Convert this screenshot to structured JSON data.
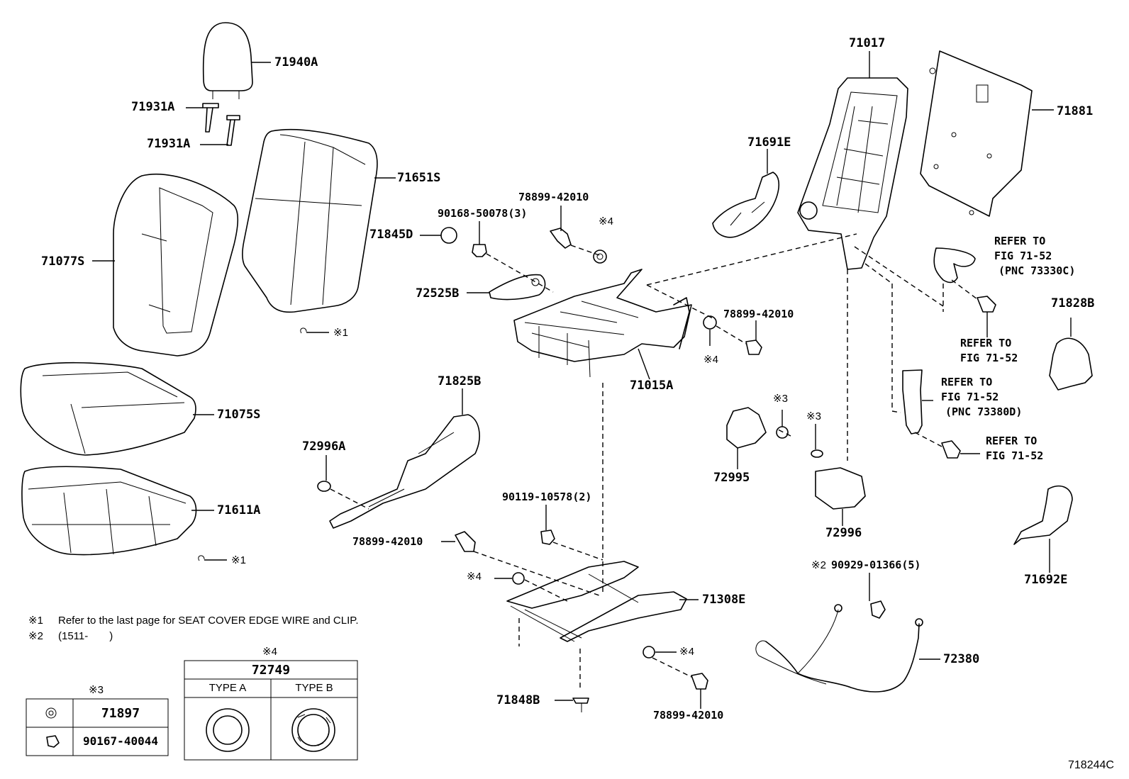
{
  "parts": {
    "p71940A": "71940A",
    "p71931A_1": "71931A",
    "p71931A_2": "71931A",
    "p71651S": "71651S",
    "p71077S": "71077S",
    "p71075S": "71075S",
    "p71611A": "71611A",
    "p71845D": "71845D",
    "p90168": "90168-50078(3)",
    "p78899_a": "78899-42010",
    "p72525B": "72525B",
    "p71825B": "71825B",
    "p72996A": "72996A",
    "p90119": "90119-10578(2)",
    "p78899_b": "78899-42010",
    "p71308E": "71308E",
    "p71848B": "71848B",
    "p78899_c": "78899-42010",
    "p71015A": "71015A",
    "p78899_d": "78899-42010",
    "p71691E": "71691E",
    "p71017": "71017",
    "p71881": "71881",
    "p72995": "72995",
    "p72996": "72996",
    "p90929": "90929-01366(5)",
    "p72380": "72380",
    "p71828B": "71828B",
    "p71692E": "71692E"
  },
  "marks": {
    "m1a": "※1",
    "m1b": "※1",
    "m4a": "※4",
    "m4b": "※4",
    "m4c": "※4",
    "m4d": "※4",
    "m3a": "※3",
    "m3b": "※3",
    "m2": "※2"
  },
  "refer": {
    "r1_line1": "REFER TO",
    "r1_line2": "FIG 71-52",
    "r1_line3": "(PNC 73330C)",
    "r2_line1": "REFER TO",
    "r2_line2": "FIG 71-52",
    "r3_line1": "REFER TO",
    "r3_line2": "FIG 71-52",
    "r3_line3": "(PNC 73380D)",
    "r4_line1": "REFER TO",
    "r4_line2": "FIG 71-52"
  },
  "notes": {
    "note1_mark": "※1",
    "note1_text": "Refer to the last page for SEAT COVER EDGE WIRE and CLIP.",
    "note2_mark": "※2",
    "note2_text": "(1511-　　)"
  },
  "table3": {
    "mark": "※3",
    "row1_part": "71897",
    "row2_part": "90167-40044"
  },
  "table4": {
    "mark": "※4",
    "part": "72749",
    "type_a": "TYPE A",
    "type_b": "TYPE B"
  },
  "figure_id": "718244C"
}
